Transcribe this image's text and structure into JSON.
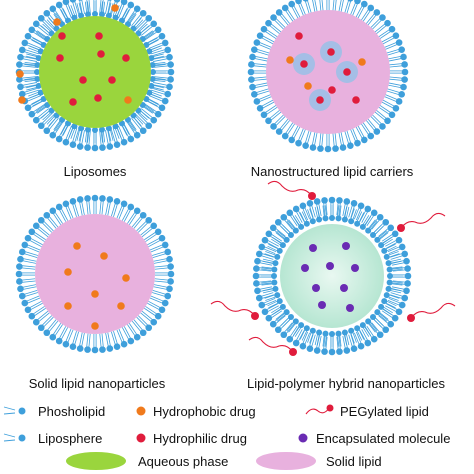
{
  "panels": [
    {
      "id": "liposomes",
      "caption": "Liposomes"
    },
    {
      "id": "nlc",
      "caption": "Nanostructured lipid carriers"
    },
    {
      "id": "sln",
      "caption": "Solid lipid nanoparticles"
    },
    {
      "id": "lphn",
      "caption": "Lipid-polymer hybrid nanoparticles"
    }
  ],
  "legend": {
    "phospholipid": "Phosholipid",
    "lipospher": "Liposphere",
    "hydrophobic_drug": "Hydrophobic drug",
    "hydrophilic_drug": "Hydrophilic drug",
    "pegylated_lipid": "PEGylated lipid",
    "encapsulated_molecule": "Encapsulated molecule",
    "aqueous_phase": "Aqueous phase",
    "solid_lipid": "Solid lipid"
  },
  "colors": {
    "head": "#3e9fdb",
    "tail": "#3e9fdb",
    "aqueous": "#9ad53d",
    "solid_lipid": "#e8b1de",
    "hydrophobic": "#f07a1c",
    "hydrophilic": "#e01c3c",
    "encapsulated": "#6a2bb3",
    "peg": "#e01c3c",
    "teal_core": "#b6e6d2"
  }
}
